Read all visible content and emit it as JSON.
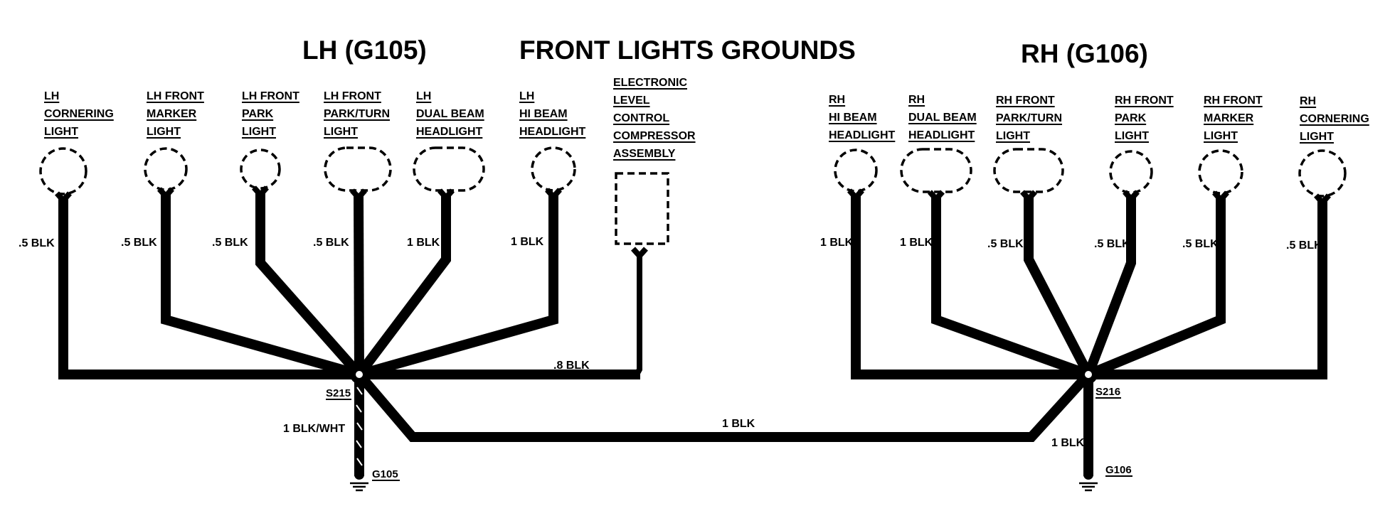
{
  "titles": {
    "lh": "LH  (G105)",
    "main": "FRONT LIGHTS GROUNDS",
    "rh": "RH (G106)"
  },
  "lh_components": [
    {
      "lines": [
        "LH",
        "CORNERING",
        "LIGHT"
      ],
      "wire": ".5 BLK"
    },
    {
      "lines": [
        "LH FRONT",
        "MARKER",
        "LIGHT"
      ],
      "wire": ".5 BLK"
    },
    {
      "lines": [
        "LH FRONT",
        "PARK",
        "LIGHT"
      ],
      "wire": ".5 BLK"
    },
    {
      "lines": [
        "LH FRONT",
        "PARK/TURN",
        "LIGHT"
      ],
      "wire": ".5 BLK"
    },
    {
      "lines": [
        "LH",
        "DUAL BEAM",
        "HEADLIGHT"
      ],
      "wire": "1 BLK"
    },
    {
      "lines": [
        "LH",
        "HI BEAM",
        "HEADLIGHT"
      ],
      "wire": "1 BLK"
    },
    {
      "lines": [
        "ELECTRONIC",
        "LEVEL",
        "CONTROL",
        "COMPRESSOR",
        "ASSEMBLY"
      ],
      "wire": ".8 BLK"
    }
  ],
  "rh_components": [
    {
      "lines": [
        "RH",
        "HI BEAM",
        "HEADLIGHT"
      ],
      "wire": "1 BLK"
    },
    {
      "lines": [
        "RH",
        "DUAL BEAM",
        "HEADLIGHT"
      ],
      "wire": "1 BLK"
    },
    {
      "lines": [
        "RH FRONT",
        "PARK/TURN",
        "LIGHT"
      ],
      "wire": ".5 BLK"
    },
    {
      "lines": [
        "RH FRONT",
        "PARK",
        "LIGHT"
      ],
      "wire": ".5 BLK"
    },
    {
      "lines": [
        "RH FRONT",
        "MARKER",
        "LIGHT"
      ],
      "wire": ".5 BLK"
    },
    {
      "lines": [
        "RH",
        "CORNERING",
        "LIGHT"
      ],
      "wire": ".5 BLK"
    }
  ],
  "splices": {
    "left": "S215",
    "right": "S216"
  },
  "grounds": {
    "left": "G105",
    "right": "G106"
  },
  "wires": {
    "lh_to_ground": "1 BLK/WHT",
    "crossover": "1 BLK",
    "rh_to_ground": "1 BLK"
  }
}
